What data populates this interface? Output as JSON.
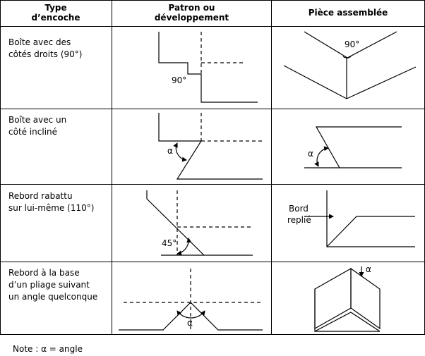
{
  "headers": {
    "type": "Type\nd’encoche",
    "pattern": "Patron ou\ndéveloppement",
    "assembled": "Pièce assemblée"
  },
  "rows": [
    {
      "type": "Boîte avec des\ncôtés droits (90°)",
      "pattern_label": "90°",
      "assembled_label": "90°"
    },
    {
      "type": "Boîte avec un\ncôté incliné",
      "pattern_label": "α",
      "assembled_label": "α"
    },
    {
      "type": "Rebord rabattu\nsur lui-même (110°)",
      "pattern_label": "45°",
      "assembled_label_1": "Bord",
      "assembled_label_2": "replié"
    },
    {
      "type": "Rebord à la base\nd’un pliage suivant\nun angle quelconque",
      "pattern_label": "α",
      "assembled_label": "α"
    }
  ],
  "note": "Note : α = angle"
}
